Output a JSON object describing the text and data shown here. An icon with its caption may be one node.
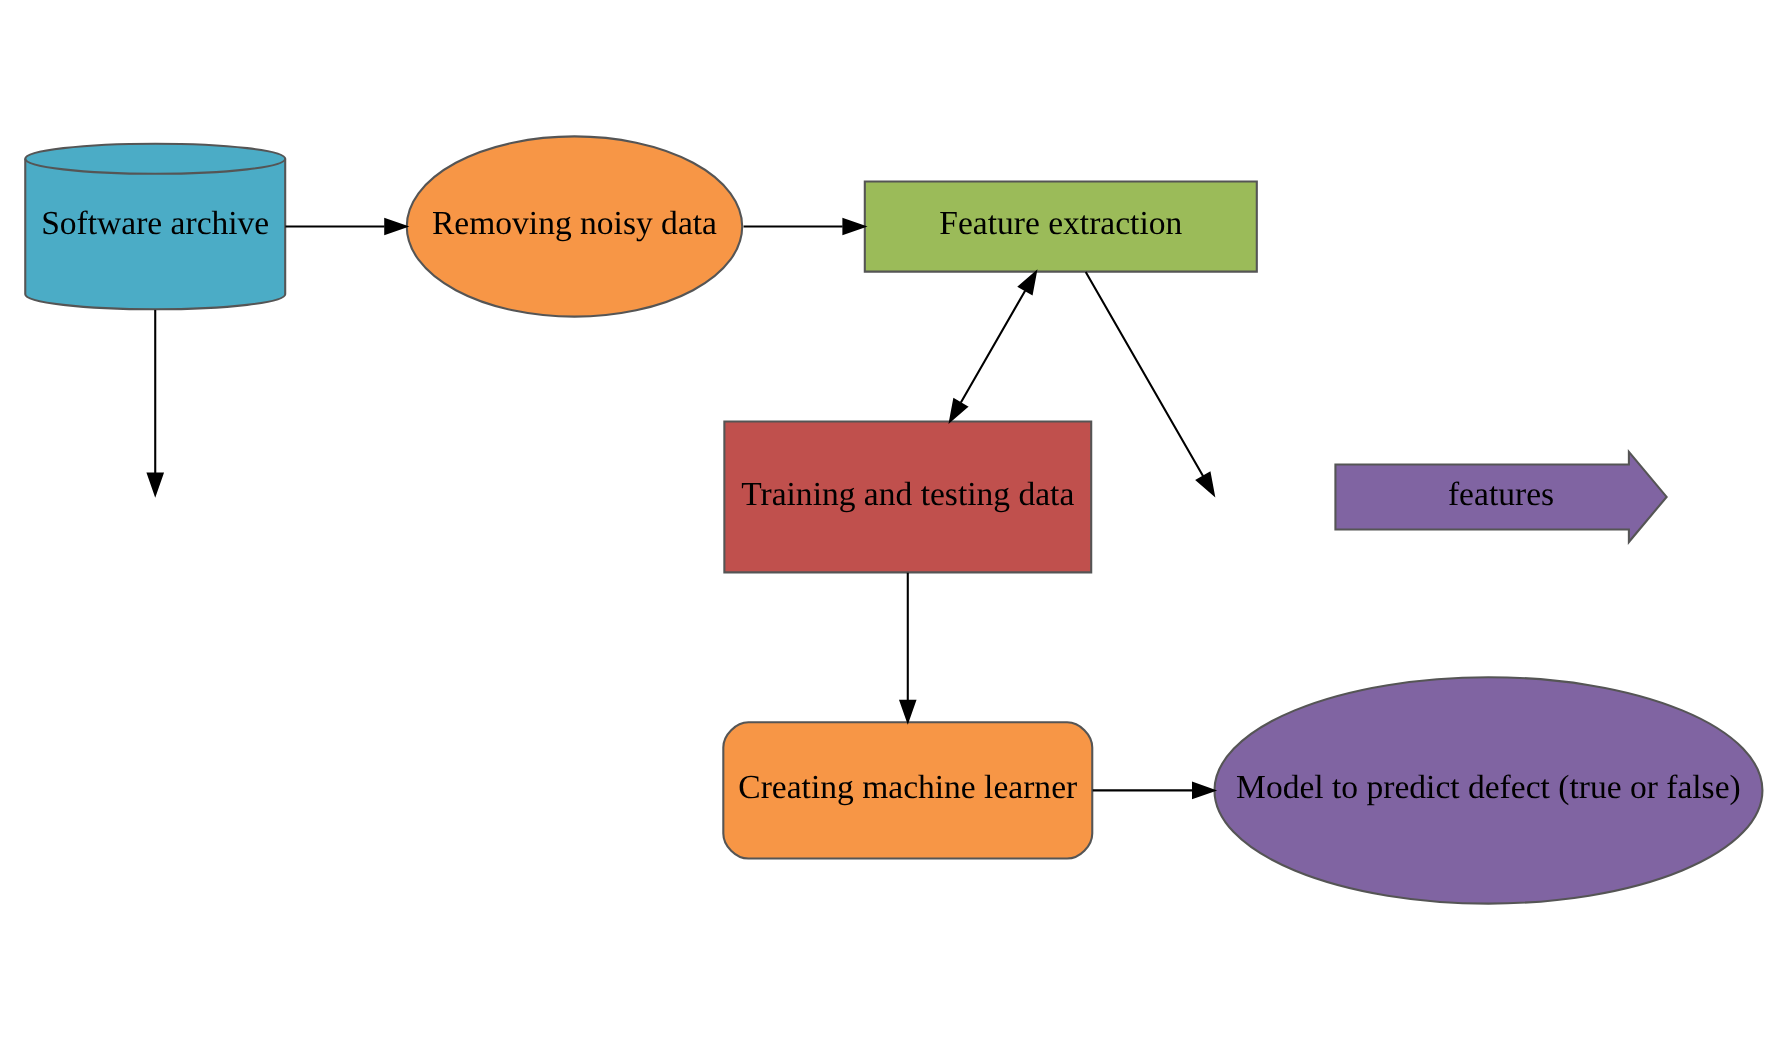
{
  "diagram": {
    "nodes": [
      {
        "text": [
          "Software archive"
        ]
      },
      {
        "text": [
          "Removing noisy data"
        ]
      },
      {
        "text": [
          "Feature extraction"
        ]
      },
      {
        "text": [
          "Training and testing data"
        ]
      },
      {
        "text": [
          "Creating machine learner"
        ]
      },
      {
        "text": [
          "Model to predict defect (true or false)"
        ]
      },
      {
        "text": [
          "features"
        ]
      }
    ],
    "edges": [
      {
        "from": 0,
        "to": null,
        "arrow": "to"
      },
      {
        "from": 0,
        "to": 1,
        "arrow": "to"
      },
      {
        "from": 1,
        "to": 2,
        "arrow": "to"
      },
      {
        "from": 2,
        "to": 3,
        "arrow": "both"
      },
      {
        "from": 2,
        "to": null,
        "arrow": "to"
      },
      {
        "from": 3,
        "to": 4,
        "arrow": "to"
      },
      {
        "from": 4,
        "to": 5,
        "arrow": "to"
      }
    ]
  }
}
